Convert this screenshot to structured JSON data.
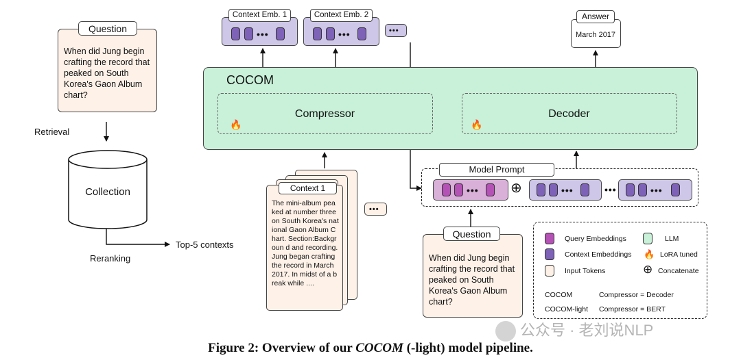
{
  "left_panel": {
    "question_title": "Question",
    "question_text": "When did Jung begin crafting the record that peaked on South Korea's Gaon Album chart?",
    "retrieval_label": "Retrieval",
    "collection_label": "Collection",
    "reranking_label": "Reranking",
    "top5_label": "Top-5 contexts"
  },
  "top": {
    "context_emb_1": "Context Emb. 1",
    "context_emb_2": "Context Emb. 2",
    "ellipsis": "•••",
    "answer_title": "Answer",
    "answer_text": "March 2017"
  },
  "cocom": {
    "title": "COCOM",
    "compressor": "Compressor",
    "decoder": "Decoder",
    "flame_icon": "🔥"
  },
  "contexts": {
    "title": "Context 1",
    "text": "The mini-album peaked at number three on South Korea's national Gaon Album Chart. Section:Backgroun d and recording. Jung began crafting the record in March 2017. In midst of a break while ....",
    "ellipsis": "•••"
  },
  "prompt": {
    "title": "Model Prompt",
    "concat_symbol": "⊕"
  },
  "bottom_question": {
    "title": "Question",
    "text": "When did Jung begin crafting the record that peaked on South Korea's Gaon Album chart?"
  },
  "legend": {
    "query_embeddings": "Query Embeddings",
    "llm": "LLM",
    "context_embeddings": "Context Embeddings",
    "lora_tuned": "LoRA tuned",
    "input_tokens": "Input Tokens",
    "concatenate": "Concatenate",
    "concat_symbol": "⊕",
    "cocom_name": "COCOM",
    "cocom_desc": "Compressor = Decoder",
    "cocom_light_name": "COCOM-light",
    "cocom_light_desc": "Compressor = BERT"
  },
  "watermark": "公众号 · 老刘说NLP",
  "caption": {
    "prefix": "Figure 2: Overview of our ",
    "italic": "COCOM",
    "suffix": " (-light) model pipeline."
  },
  "colors": {
    "cocom_fill": "#c9f0d8",
    "question_fill": "#fdf1e8",
    "context_emb_fill": "#cfc7e8",
    "query_token": "#b453b5",
    "context_token": "#7e62b8"
  }
}
